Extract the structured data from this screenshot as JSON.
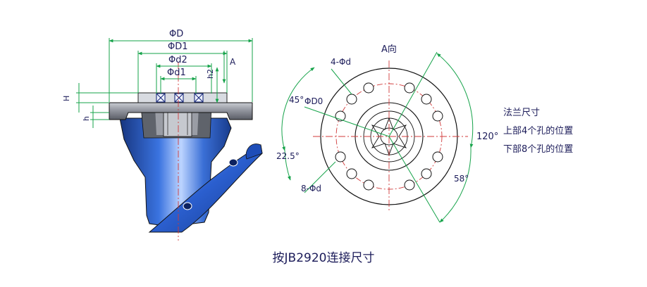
{
  "labels": {
    "phi_D": "ΦD",
    "phi_D1": "ΦD1",
    "phi_d2": "Φd2",
    "phi_d1": "Φd1",
    "h2": "h2",
    "A_marker": "A",
    "H": "H",
    "h": "h",
    "view_A": "A向",
    "holes_4": "4-Φd",
    "angle_45": "45°",
    "phi_D0": "ΦD0",
    "angle_22_5": "22.5°",
    "holes_8": "8-Φd",
    "angle_120": "120°",
    "angle_58": "58°",
    "note_title": "法兰尺寸",
    "note_upper": "上部4个孔的位置",
    "note_lower": "下部8个孔的位置"
  },
  "caption": "按JB2920连接尺寸",
  "colors": {
    "dimension_line": "#16a34a",
    "center_line": "#d03a3a",
    "outline": "#111111",
    "body_blue": "#2b5fcf",
    "body_gray": "#7d8088",
    "text": "#1c1c5a"
  }
}
